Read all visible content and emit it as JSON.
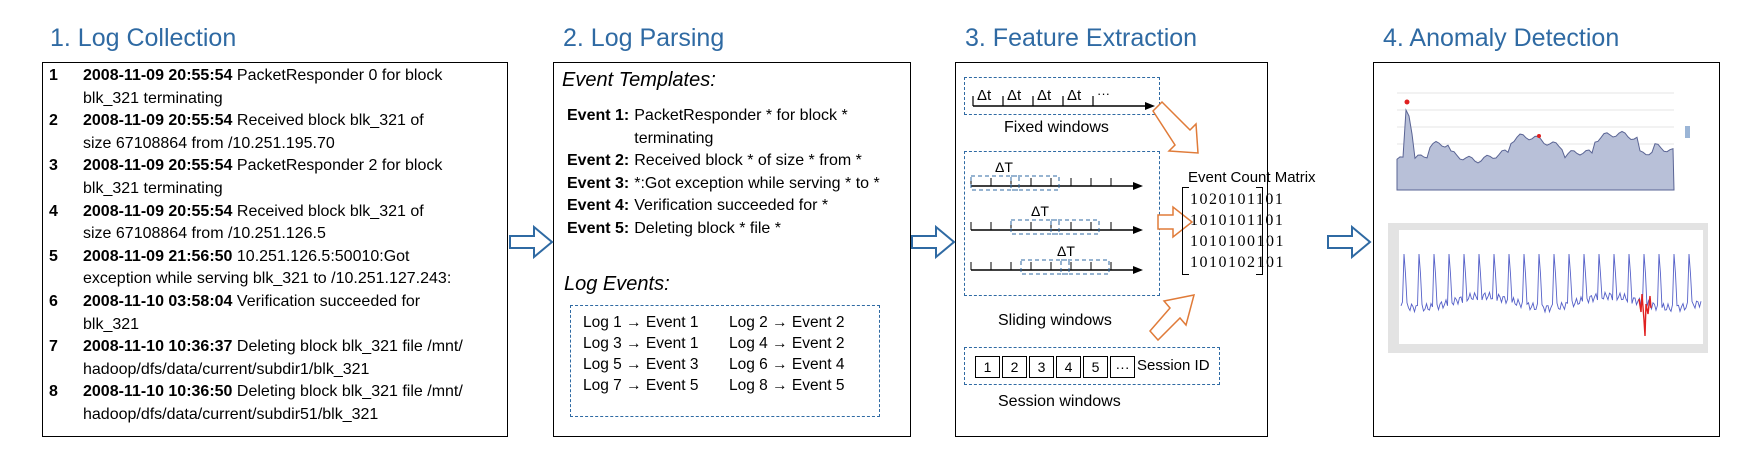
{
  "stages": {
    "collection": "1. Log Collection",
    "parsing": "2. Log Parsing",
    "features": "3. Feature Extraction",
    "anomaly": "4. Anomaly Detection"
  },
  "logs": [
    {
      "num": "1",
      "ts": "2008-11-09 20:55:54",
      "line1": "PacketResponder 0 for block",
      "line2": "blk_321 terminating"
    },
    {
      "num": "2",
      "ts": "2008-11-09 20:55:54",
      "line1": "Received block blk_321 of",
      "line2": "size 67108864 from /10.251.195.70"
    },
    {
      "num": "3",
      "ts": "2008-11-09 20:55:54",
      "line1": "PacketResponder 2 for block",
      "line2": "blk_321 terminating"
    },
    {
      "num": "4",
      "ts": "2008-11-09 20:55:54",
      "line1": "Received block blk_321 of",
      "line2": "size 67108864 from /10.251.126.5"
    },
    {
      "num": "5",
      "ts": "2008-11-09 21:56:50",
      "line1": "10.251.126.5:50010:Got",
      "line2": "exception while serving  blk_321 to /10.251.127.243:"
    },
    {
      "num": "6",
      "ts": "2008-11-10 03:58:04",
      "line1": "Verification succeeded for",
      "line2": "blk_321"
    },
    {
      "num": "7",
      "ts": "2008-11-10 10:36:37",
      "line1": "Deleting block blk_321 file /mnt/",
      "line2": "hadoop/dfs/data/current/subdir1/blk_321"
    },
    {
      "num": "8",
      "ts": "2008-11-10 10:36:50",
      "line1": "Deleting block blk_321 file /mnt/",
      "line2": "hadoop/dfs/data/current/subdir51/blk_321"
    }
  ],
  "templates": {
    "title": "Event Templates:",
    "events": [
      {
        "label": "Event 1:",
        "text": "PacketResponder * for block * terminating"
      },
      {
        "label": "Event 2:",
        "text": "Received block * of size * from *"
      },
      {
        "label": "Event 3:",
        "text": "*:Got exception while serving * to *"
      },
      {
        "label": "Event 4:",
        "text": "Verification succeeded for *"
      },
      {
        "label": "Event 5:",
        "text": "Deleting block * file *"
      }
    ]
  },
  "log_events": {
    "title": "Log Events:",
    "items": [
      {
        "log": "Log 1",
        "event": "Event 1"
      },
      {
        "log": "Log 2",
        "event": "Event 2"
      },
      {
        "log": "Log 3",
        "event": "Event 1"
      },
      {
        "log": "Log 4",
        "event": "Event 2"
      },
      {
        "log": "Log 5",
        "event": "Event 3"
      },
      {
        "log": "Log 6",
        "event": "Event 4"
      },
      {
        "log": "Log 7",
        "event": "Event 5"
      },
      {
        "log": "Log 8",
        "event": "Event 5"
      }
    ],
    "arrow_glyph": "→"
  },
  "features": {
    "delta_t_small": "Δt",
    "ellipsis": "···",
    "fixed_label": "Fixed windows",
    "delta_t_big": "ΔT",
    "sliding_label": "Sliding windows",
    "matrix_label": "Event Count Matrix",
    "matrix_rows": [
      "1020101101",
      "1010101101",
      "1010100101",
      "1010102101"
    ],
    "session_cells": [
      "1",
      "2",
      "3",
      "4",
      "5",
      "···"
    ],
    "session_id": "Session ID",
    "session_label": "Session windows"
  },
  "colors": {
    "heading": "#2f6aa3",
    "flow_arrow": "#2f6aa3",
    "orange_arrow": "#e07b39",
    "area_fill": "#b8c0d8",
    "area_line": "#5a6494",
    "line_series": "#5560c8",
    "anomaly": "#e02020"
  }
}
